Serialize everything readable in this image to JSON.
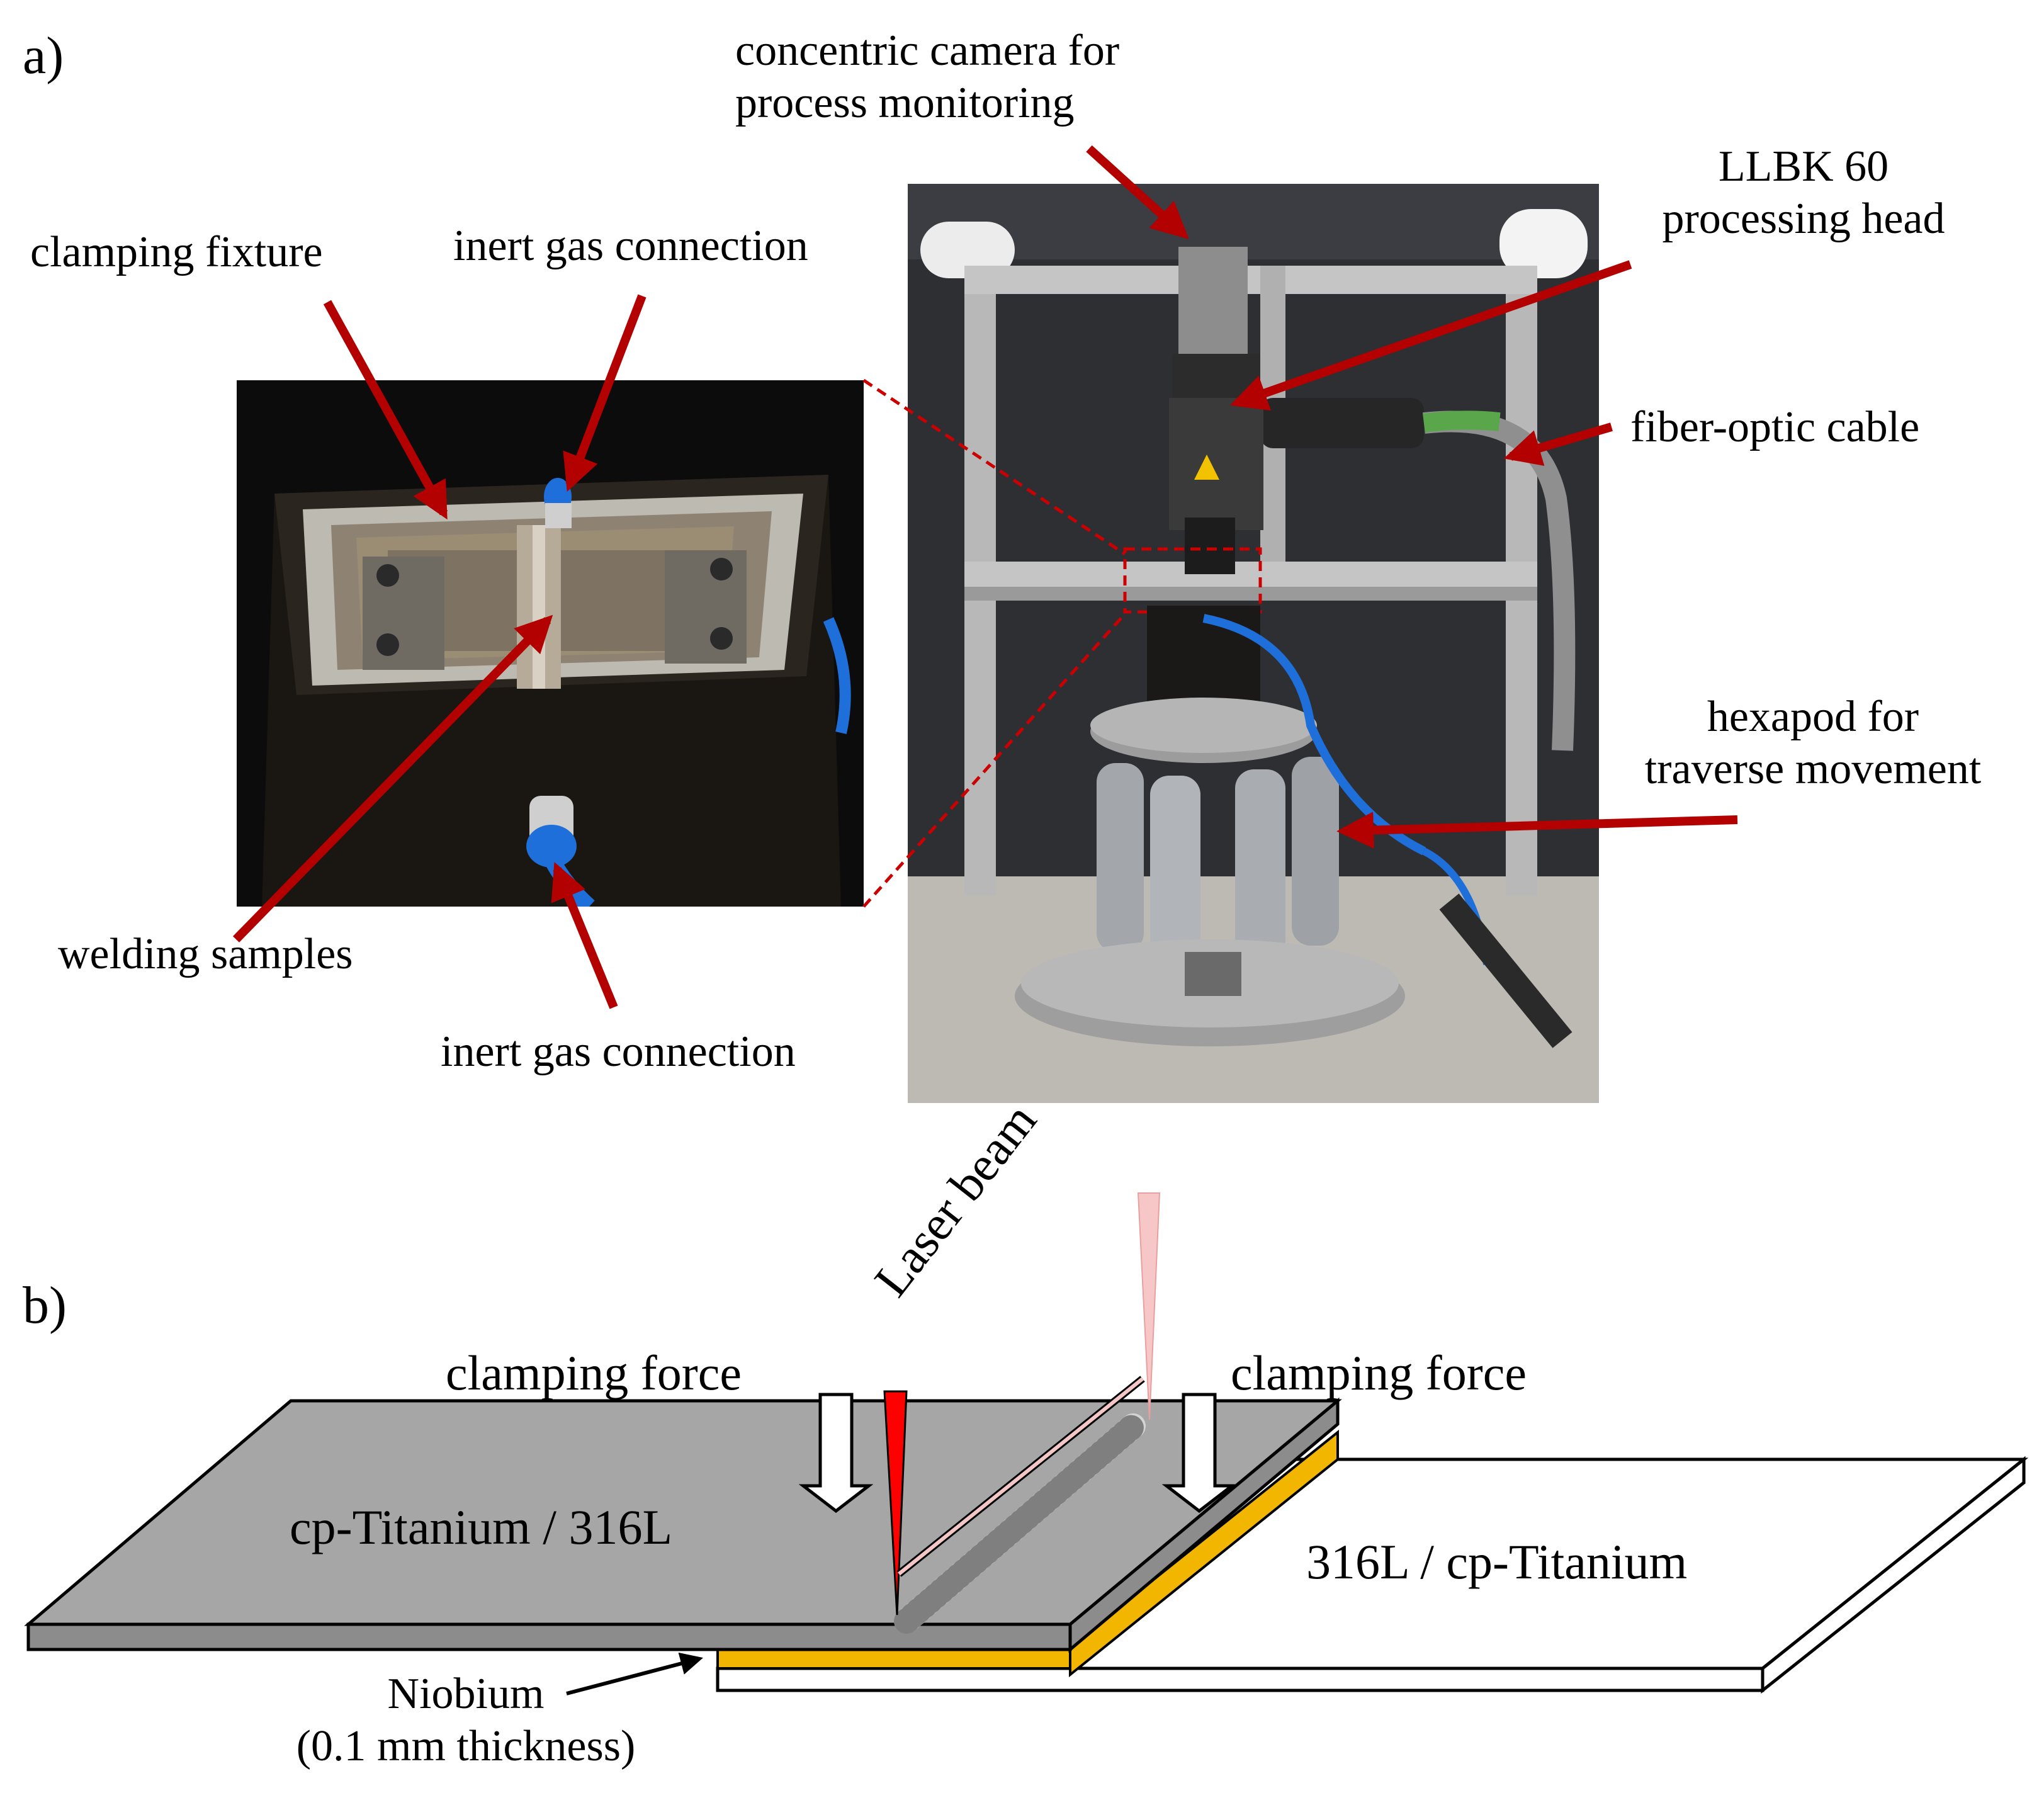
{
  "panel_a": {
    "letter": "a)",
    "labels": {
      "camera_line1": "concentric camera for",
      "camera_line2": "process monitoring",
      "head_line1": "LLBK 60",
      "head_line2": "processing head",
      "clamping_fixture": "clamping fixture",
      "inert_gas_top": "inert gas connection",
      "fiber_optic": "fiber-optic cable",
      "hexapod_line1": "hexapod for",
      "hexapod_line2": "traverse movement",
      "welding_samples": "welding samples",
      "inert_gas_bottom": "inert gas connection"
    }
  },
  "panel_b": {
    "letter": "b)",
    "labels": {
      "laser_beam": "Laser beam",
      "clamping_force_left": "clamping force",
      "clamping_force_right": "clamping force",
      "top_sheet": "cp-Titanium / 316L",
      "bottom_sheet": "316L / cp-Titanium",
      "interlayer_line1": "Niobium",
      "interlayer_line2": "(0.1 mm thickness)"
    }
  },
  "colors": {
    "arrow_red": "#b30000",
    "hose_blue": "#1e6fd9",
    "niobium_gold": "#f2b600",
    "sheet_grey": "#a6a6a6",
    "laser_red": "#ff0000"
  }
}
